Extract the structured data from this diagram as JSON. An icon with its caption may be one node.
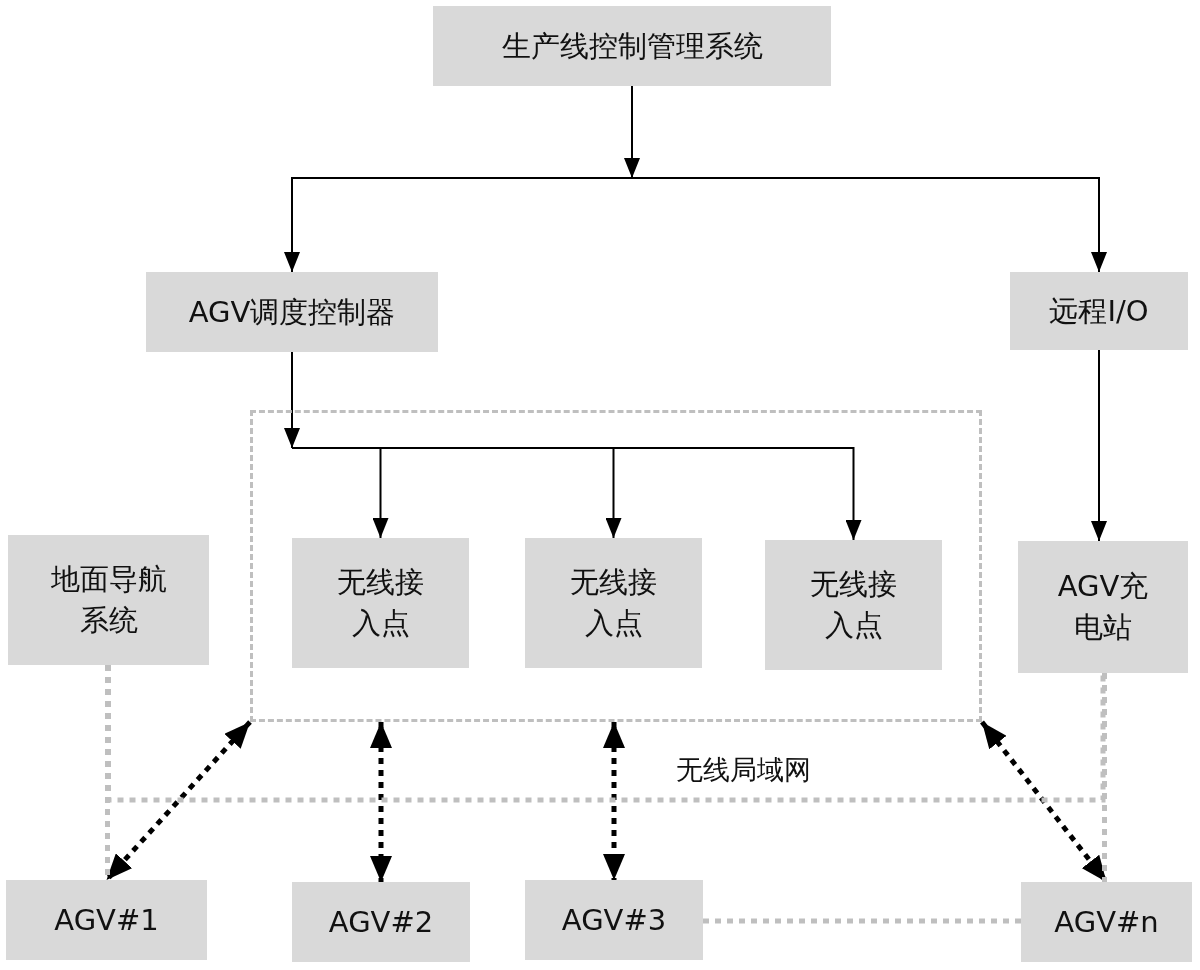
{
  "diagram": {
    "nodes": [
      {
        "text": [
          "生产线控制管理系统"
        ]
      },
      {
        "text": [
          "AGV调度控制器"
        ]
      },
      {
        "text": [
          "远程I/O"
        ]
      },
      {
        "text": [],
        "shape": "box"
      },
      {
        "text": [
          "无线接入点"
        ],
        "in": 3
      },
      {
        "text": [
          "无线接入点"
        ],
        "in": 3
      },
      {
        "text": [
          "无线接入点"
        ],
        "in": 3
      },
      {
        "text": [
          "地面导航系统"
        ]
      },
      {
        "text": [
          "AGV充电站"
        ]
      },
      {
        "text": [
          "AGV#1"
        ]
      },
      {
        "text": [
          "AGV#2"
        ]
      },
      {
        "text": [
          "AGV#3"
        ]
      },
      {
        "text": [
          "AGV#n"
        ]
      }
    ],
    "edges": [
      {
        "from": 0,
        "to": 1,
        "arrow": "to"
      },
      {
        "from": 0,
        "to": 2,
        "arrow": "to"
      },
      {
        "from": 1,
        "to": 4,
        "arrow": "to"
      },
      {
        "from": 1,
        "to": 5,
        "arrow": "to"
      },
      {
        "from": 1,
        "to": 6,
        "arrow": "to"
      },
      {
        "from": 2,
        "to": 8,
        "arrow": "to"
      },
      {
        "from": 3,
        "to": 9,
        "arrow": "both",
        "style": "dashed"
      },
      {
        "from": 3,
        "to": 10,
        "arrow": "both",
        "style": "dashed"
      },
      {
        "from": 3,
        "to": 11,
        "arrow": "both",
        "style": "dashed"
      },
      {
        "from": 3,
        "to": 12,
        "arrow": "both",
        "style": "dashed"
      },
      {
        "from": 7,
        "to": 9,
        "arrow": "none",
        "style": "dashed",
        "color": "#bfbfbf"
      },
      {
        "from": 7,
        "to": 8,
        "arrow": "none",
        "style": "dashed",
        "color": "#bfbfbf"
      },
      {
        "from": 8,
        "to": 12,
        "arrow": "none",
        "style": "dashed",
        "color": "#bfbfbf"
      },
      {
        "from": 11,
        "to": 12,
        "arrow": "none",
        "style": "dashed",
        "color": "#bfbfbf"
      }
    ],
    "labels": [
      "无线局域网"
    ]
  }
}
